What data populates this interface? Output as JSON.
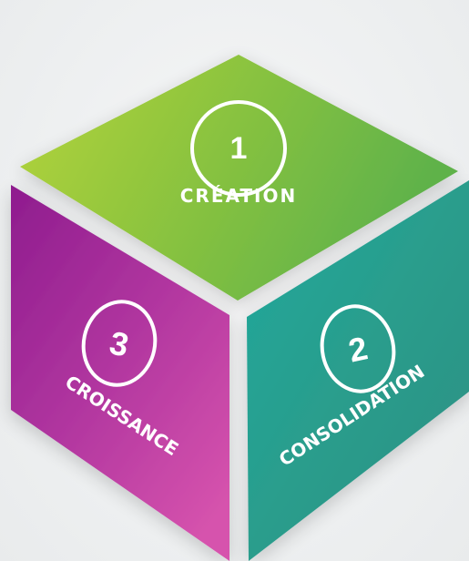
{
  "faces": [
    {
      "id": "top",
      "number": "1",
      "label": "CRÉATION",
      "colors": [
        "#b5d43a",
        "#8ac33f",
        "#5fb24a"
      ]
    },
    {
      "id": "right",
      "number": "2",
      "label": "CONSOLIDATION",
      "colors": [
        "#20a89c",
        "#2a9d8c",
        "#2f8f83"
      ]
    },
    {
      "id": "left",
      "number": "3",
      "label": "CROISSANCE",
      "colors": [
        "#8e1c8e",
        "#b0359f",
        "#d653ad"
      ]
    }
  ]
}
